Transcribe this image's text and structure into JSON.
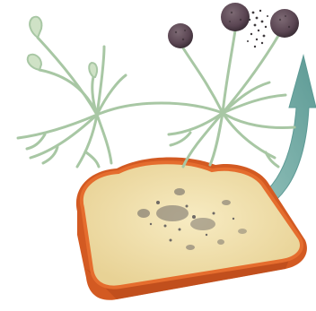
{
  "figure": {
    "labels": [],
    "colors": {
      "background": "#ffffff",
      "hyphae": "#a8c7a4",
      "hyphae_dark": "#7fa88a",
      "sporangium": "#5b4653",
      "spores": "#3f3a3d",
      "arrow": "#7fb3ad",
      "arrow_dark": "#5d9a95",
      "bread_crumb": "#f0e0ac",
      "bread_crust": "#e56d2e",
      "bread_crust_dark": "#c2501e",
      "mold_spots": "#6f6a66"
    },
    "icons": [
      "mold-hyphae-network",
      "sporangium-icon",
      "spore-cloud",
      "curved-arrow-icon",
      "bread-slice"
    ]
  }
}
